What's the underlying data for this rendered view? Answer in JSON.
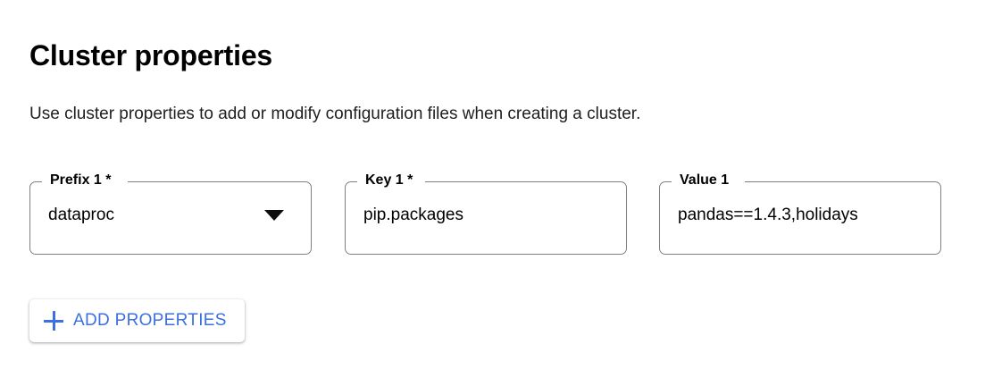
{
  "section": {
    "title": "Cluster properties",
    "description": "Use cluster properties to add or modify configuration files when creating a cluster."
  },
  "theme": {
    "accent_blue": "#3c6fe0",
    "outline_grey": "#7c7f83",
    "text_black": "#000000",
    "surface_white": "#ffffff"
  },
  "property_rows": [
    {
      "prefix": {
        "label": "Prefix 1 *",
        "value": "dataproc",
        "required": true,
        "control": "select",
        "icon": "dropdown-arrow-icon"
      },
      "key": {
        "label": "Key 1 *",
        "value": "pip.packages",
        "required": true,
        "control": "text",
        "placeholder": ""
      },
      "value": {
        "label": "Value 1",
        "value": "pandas==1.4.3,holidays",
        "required": false,
        "control": "text",
        "placeholder": ""
      }
    }
  ],
  "actions": {
    "add_properties": {
      "label": "ADD PROPERTIES",
      "icon": "plus-icon"
    }
  }
}
